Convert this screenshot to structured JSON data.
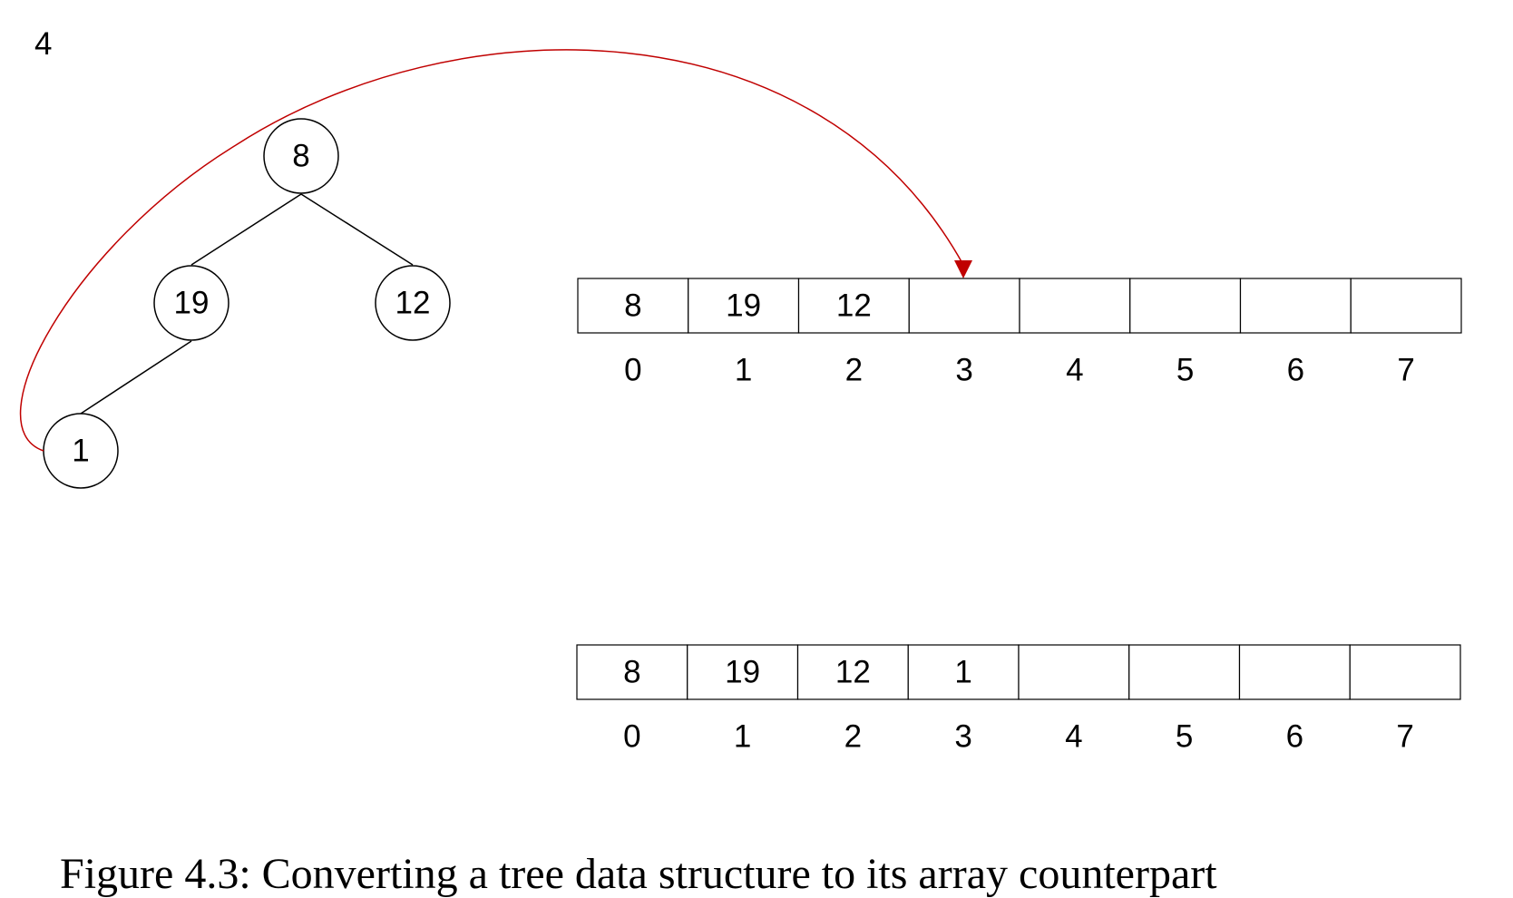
{
  "step_label": "4",
  "tree": {
    "nodes": [
      {
        "id": "root",
        "value": "8"
      },
      {
        "id": "left",
        "value": "19"
      },
      {
        "id": "right",
        "value": "12"
      },
      {
        "id": "left-left",
        "value": "1"
      }
    ],
    "edges": [
      [
        "root",
        "left"
      ],
      [
        "root",
        "right"
      ],
      [
        "left",
        "left-left"
      ]
    ]
  },
  "arrays": [
    {
      "name": "array-before",
      "cells": [
        "8",
        "19",
        "12",
        "",
        "",
        "",
        "",
        ""
      ],
      "indices": [
        "0",
        "1",
        "2",
        "3",
        "4",
        "5",
        "6",
        "7"
      ]
    },
    {
      "name": "array-after",
      "cells": [
        "8",
        "19",
        "12",
        "1",
        "",
        "",
        "",
        ""
      ],
      "indices": [
        "0",
        "1",
        "2",
        "3",
        "4",
        "5",
        "6",
        "7"
      ]
    }
  ],
  "arrow": {
    "from": "left-left",
    "to_array": 0,
    "to_index": 3,
    "color": "#c00000"
  },
  "caption": "Figure 4.3: Converting a tree data structure to its array counterpart"
}
